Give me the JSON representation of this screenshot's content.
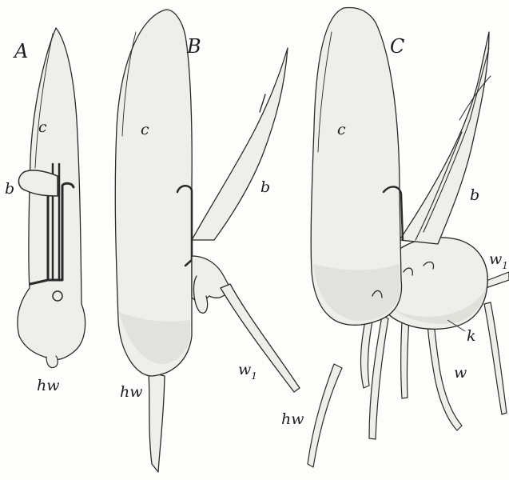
{
  "figures": [
    {
      "panel_label": "A",
      "parts": {
        "cotyledon": "c",
        "bud": "b",
        "main_root": "hw"
      }
    },
    {
      "panel_label": "B",
      "parts": {
        "cotyledon": "c",
        "bud": "b",
        "lateral_root": "w",
        "lateral_root_subscript": "1",
        "main_root": "hw"
      }
    },
    {
      "panel_label": "C",
      "parts": {
        "cotyledon": "c",
        "bud": "b",
        "lateral_root_top": "w",
        "lateral_root_top_subscript": "1",
        "tuber": "k",
        "roots": "w",
        "main_root": "hw"
      }
    }
  ]
}
